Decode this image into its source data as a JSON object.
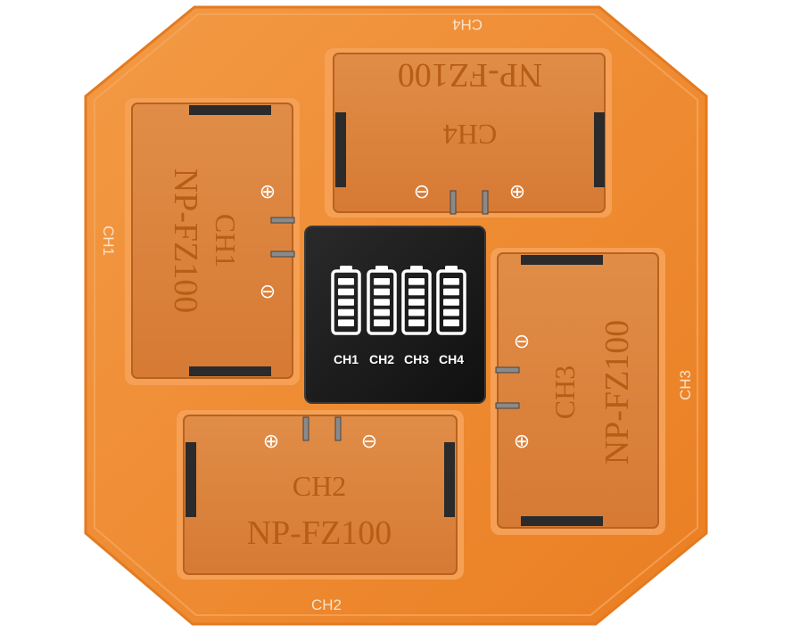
{
  "device": {
    "body_color": "#f08a30",
    "slot_color": "#d9823c",
    "rim_color": "#f7a052",
    "screen_color": "#1a1a1a",
    "contact_color": "#2b2b2b"
  },
  "edge_labels": {
    "ch1": "CH1",
    "ch2": "CH2",
    "ch3": "CH3",
    "ch4": "CH4"
  },
  "slots": [
    {
      "channel": "CH1",
      "model": "NP-FZ100"
    },
    {
      "channel": "CH2",
      "model": "NP-FZ100"
    },
    {
      "channel": "CH3",
      "model": "NP-FZ100"
    },
    {
      "channel": "CH4",
      "model": "NP-FZ100"
    }
  ],
  "screen": {
    "battery_icons": [
      "battery-full-icon",
      "battery-full-icon",
      "battery-full-icon",
      "battery-full-icon"
    ],
    "battery_levels": [
      1,
      1,
      1,
      1
    ],
    "labels": [
      "CH1",
      "CH2",
      "CH3",
      "CH4"
    ]
  },
  "polarity": {
    "plus": "⊕",
    "minus": "⊖"
  }
}
